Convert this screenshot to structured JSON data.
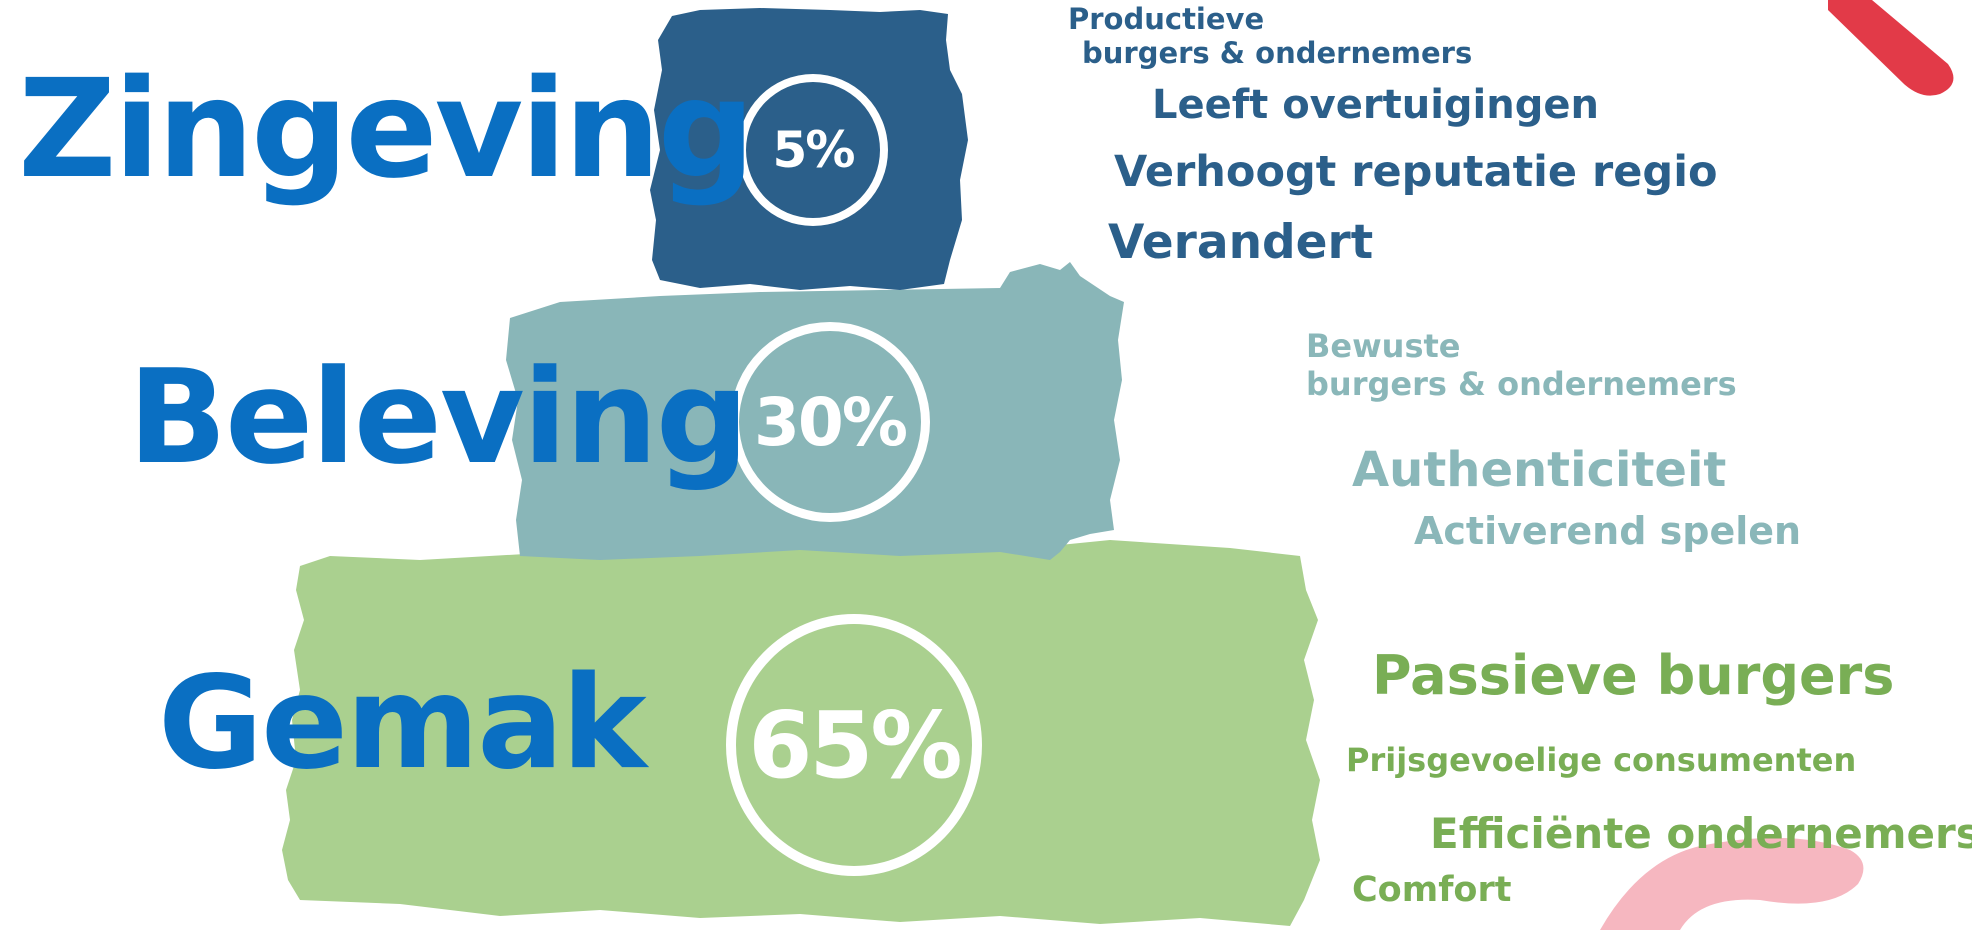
{
  "colors": {
    "level_label": "#0a6fc2",
    "top_block": "#2b5f8a",
    "middle_block": "#89b6b8",
    "bottom_block": "#aad08f",
    "top_text": "#2b5f8a",
    "middle_text": "#8ab7b9",
    "bottom_text": "#79ae55",
    "accent_red": "#e23a48",
    "accent_pink": "#f6b7c0"
  },
  "levels": {
    "top": {
      "label": "Zingeving",
      "percent": "5%",
      "keywords": {
        "group_line1": "Productieve",
        "group_line2": "burgers & ondernemers",
        "item1": "Leeft overtuigingen",
        "item2": "Verhoogt reputatie regio",
        "item3": "Verandert"
      }
    },
    "middle": {
      "label": "Beleving",
      "percent": "30%",
      "keywords": {
        "group_line1": "Bewuste",
        "group_line2": "burgers & ondernemers",
        "item1": "Authenticiteit",
        "item2": "Activerend spelen"
      }
    },
    "bottom": {
      "label": "Gemak",
      "percent": "65%",
      "keywords": {
        "item1": "Passieve burgers",
        "item2": "Prijsgevoelige consumenten",
        "item3": "Efficiënte ondernemers",
        "item4": "Comfort"
      }
    }
  }
}
